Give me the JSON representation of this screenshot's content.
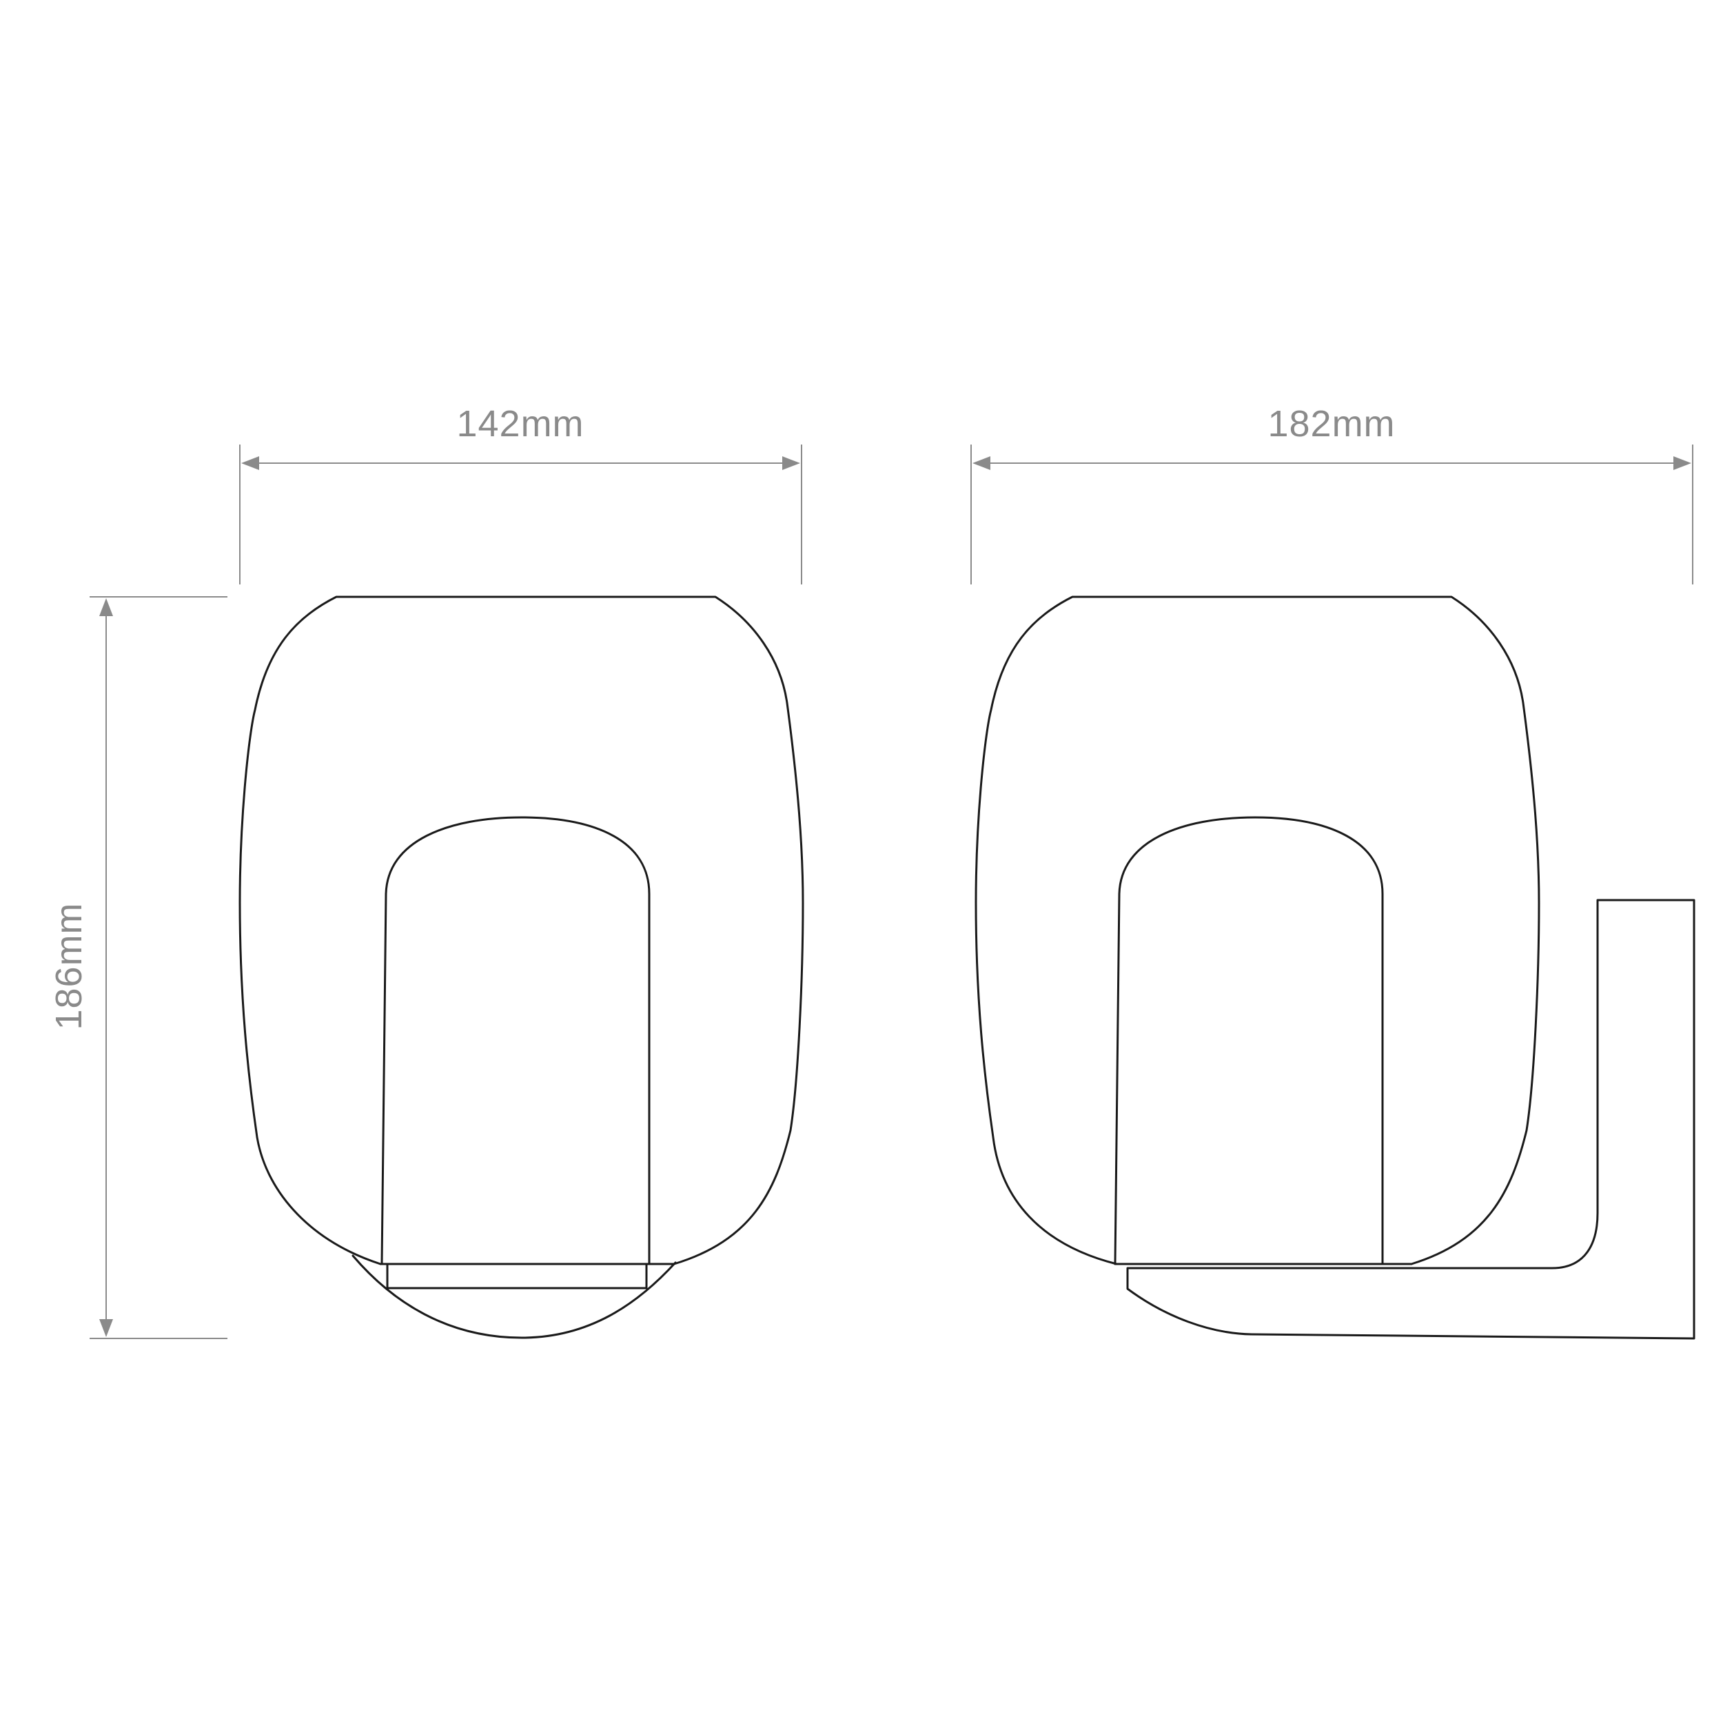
{
  "dimensions": {
    "front_width": "142mm",
    "side_width": "182mm",
    "height": "186mm"
  },
  "colors": {
    "outline": "#1a1a1a",
    "dimension": "#8a8a8a",
    "background": "#ffffff"
  }
}
